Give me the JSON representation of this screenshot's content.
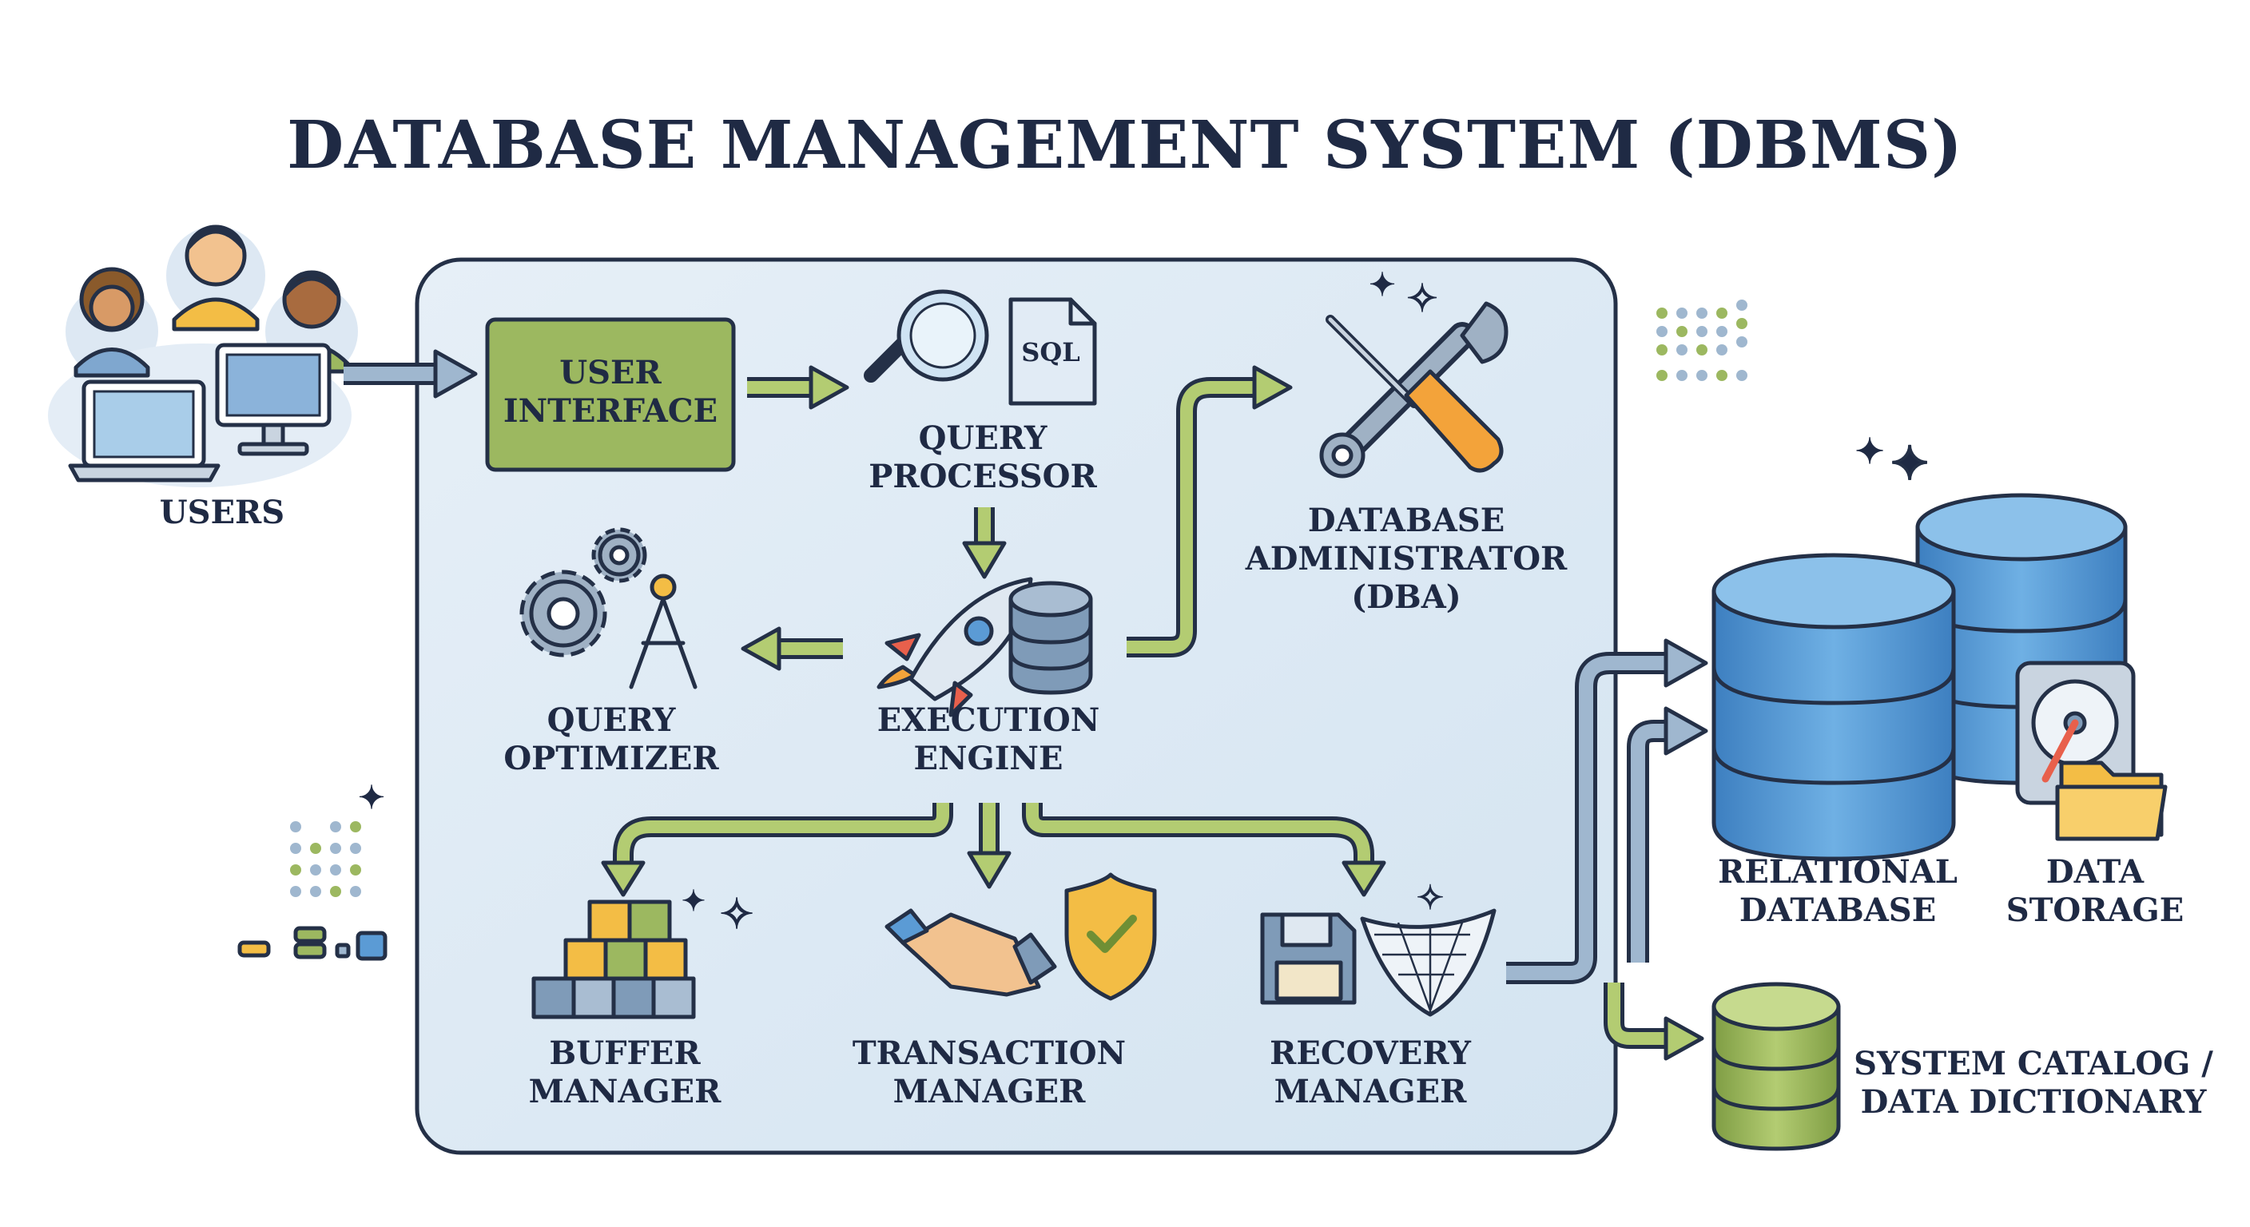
{
  "title": "DATABASE MANAGEMENT SYSTEM (DBMS)",
  "colors": {
    "ink": "#243047",
    "green": "#9cb860",
    "green_dark": "#6f8f35",
    "blue": "#5b9bd5",
    "blue_light": "#a9cde9",
    "steel": "#7f9bb8",
    "yellow": "#f3bd45",
    "panel_bg": "#dde9f4"
  },
  "nodes": {
    "users": {
      "label": "USERS",
      "icon": "users-with-computers-icon"
    },
    "user_interface": {
      "label_line1": "USER",
      "label_line2": "INTERFACE"
    },
    "query_processor": {
      "label_line1": "QUERY",
      "label_line2": "PROCESSOR",
      "icon": "magnifier-sql-icon",
      "sql_text": "SQL"
    },
    "dba": {
      "label_line1": "DATABASE",
      "label_line2": "ADMINISTRATOR",
      "label_line3": "(DBA)",
      "icon": "wrench-screwdriver-icon"
    },
    "query_optimizer": {
      "label_line1": "QUERY",
      "label_line2": "OPTIMIZER",
      "icon": "gears-compass-icon"
    },
    "execution_engine": {
      "label_line1": "EXECUTION",
      "label_line2": "ENGINE",
      "icon": "rocket-database-icon"
    },
    "buffer_manager": {
      "label_line1": "BUFFER",
      "label_line2": "MANAGER",
      "icon": "stacked-blocks-icon"
    },
    "transaction_manager": {
      "label_line1": "TRANSACTION",
      "label_line2": "MANAGER",
      "icon": "handshake-shield-icon"
    },
    "recovery_manager": {
      "label_line1": "RECOVERY",
      "label_line2": "MANAGER",
      "icon": "floppy-net-icon"
    },
    "relational_database": {
      "label_line1": "RELATIONAL",
      "label_line2": "DATABASE",
      "icon": "blue-database-cylinder-icon"
    },
    "data_storage": {
      "label_line1": "DATA",
      "label_line2": "STORAGE",
      "icon": "hard-drive-folder-icon"
    },
    "system_catalog": {
      "label_line1": "SYSTEM CATALOG /",
      "label_line2": "DATA DICTIONARY",
      "icon": "green-database-cylinder-icon"
    }
  }
}
